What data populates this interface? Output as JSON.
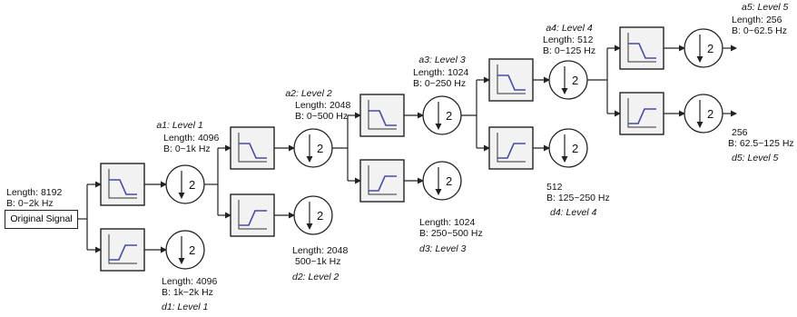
{
  "input": {
    "length": "Length: 8192",
    "band": "B: 0~2k Hz",
    "label": "Original Signal"
  },
  "downsample_factor": "2",
  "levels": [
    {
      "a": {
        "title": "a1: Level 1",
        "length": "Length: 4096",
        "band": "B: 0~1k Hz"
      },
      "d": {
        "title": "d1: Level 1",
        "length": "Length: 4096",
        "band": "B: 1k~2k Hz"
      }
    },
    {
      "a": {
        "title": "a2: Level 2",
        "length": "Length: 2048",
        "band": "B: 0~500 Hz"
      },
      "d": {
        "title": "d2: Level 2",
        "length": "Length: 2048",
        "band": "500~1k Hz"
      }
    },
    {
      "a": {
        "title": "a3: Level 3",
        "length": "Length: 1024",
        "band": "B: 0~250 Hz"
      },
      "d": {
        "title": "d3: Level 3",
        "length": "Length: 1024",
        "band": "B: 250~500 Hz"
      }
    },
    {
      "a": {
        "title": "a4: Level 4",
        "length": "Length: 512",
        "band": "B: 0~125 Hz"
      },
      "d": {
        "title": "d4: Level 4",
        "length": "512",
        "band": "B: 125~250 Hz"
      }
    },
    {
      "a": {
        "title": "a5: Level 5",
        "length": "Length: 256",
        "band": "B: 0~62.5 Hz"
      },
      "d": {
        "title": "d5: Level 5",
        "length": "256",
        "band": "B: 62.5~125 Hz"
      }
    }
  ],
  "colors": {
    "line": "#222222",
    "filter_curve": "#4a4aa8",
    "box_fill": "#f2f2f2"
  }
}
